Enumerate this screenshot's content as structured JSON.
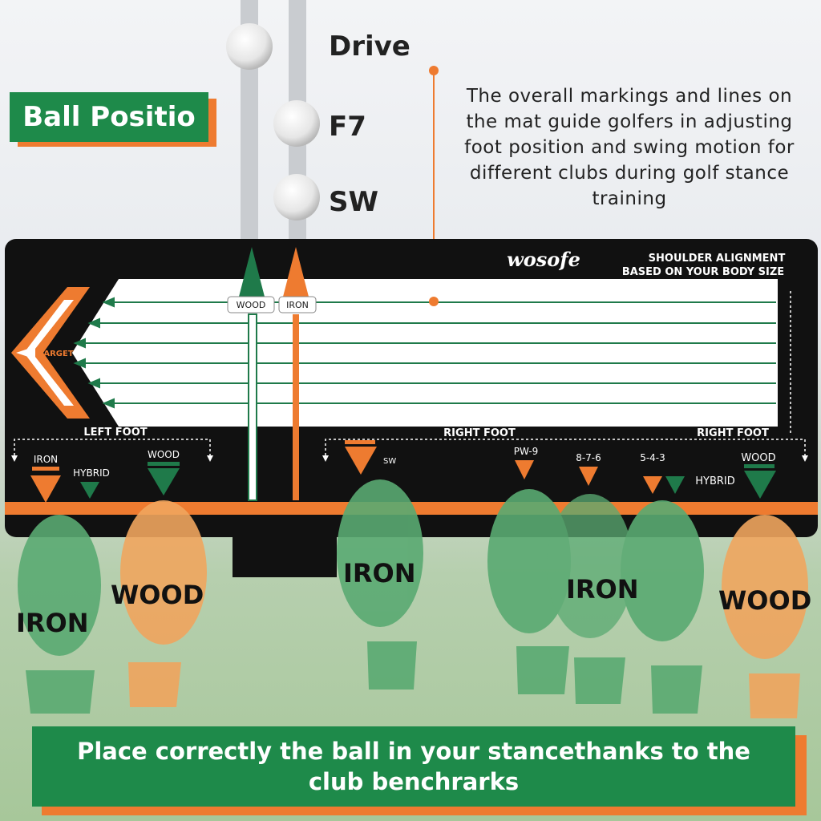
{
  "badge": {
    "label": "Ball Positio"
  },
  "clubs": [
    {
      "label": "Drive"
    },
    {
      "label": "F7"
    },
    {
      "label": "SW"
    }
  ],
  "description": "The overall markings and lines on the mat guide golfers in adjusting foot position and swing motion for different clubs during golf stance training",
  "mat": {
    "brand": "wosofe",
    "shoulder_line1": "SHOULDER ALIGNMENT",
    "shoulder_line2": "BASED ON YOUR BODY SIZE",
    "target": "TARGET",
    "wood_tag": "WOOD",
    "iron_tag": "IRON",
    "left_foot": "LEFT FOOT",
    "right_foot_1": "RIGHT FOOT",
    "right_foot_2": "RIGHT FOOT",
    "markers": {
      "iron": "IRON",
      "hybrid_left": "HYBRID",
      "wood_left": "WOOD",
      "sw": "SW",
      "pw9": "PW-9",
      "i876": "8-7-6",
      "i543": "5-4-3",
      "hybrid_right": "HYBRID",
      "wood_right": "WOOD"
    }
  },
  "feet": {
    "iron_left": "IRON",
    "wood_left": "WOOD",
    "iron_center": "IRON",
    "iron_right": "IRON",
    "wood_right": "WOOD"
  },
  "bottom_banner": "Place correctly the ball in your stancethanks to the club benchrarks",
  "colors": {
    "green": "#1e8a4a",
    "orange": "#ee7b30",
    "mat": "#111111",
    "foot_green": "#5aaa72",
    "foot_orange": "#f0a55e"
  }
}
